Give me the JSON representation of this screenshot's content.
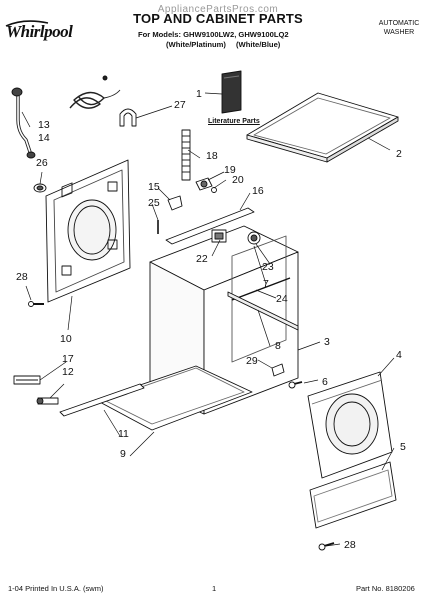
{
  "brand": {
    "logo_text": "Whirlpool"
  },
  "watermark": "AppliancePartsPros.com",
  "header": {
    "title": "TOP AND CABINET PARTS",
    "models_line": "For Models: GHW9100LW2, GHW9100LQ2",
    "variant_a": "(White/Platinum)",
    "variant_b": "(White/Blue)",
    "product_type_line1": "AUTOMATIC",
    "product_type_line2": "WASHER"
  },
  "diagram": {
    "literature_label": "Literature Parts",
    "callouts": [
      "1",
      "2",
      "3",
      "4",
      "5",
      "6",
      "7",
      "8",
      "9",
      "10",
      "11",
      "12",
      "13",
      "14",
      "15",
      "16",
      "17",
      "18",
      "19",
      "20",
      "22",
      "23",
      "24",
      "25",
      "26",
      "27",
      "28",
      "28",
      "29"
    ]
  },
  "footer": {
    "left": "1-04 Printed In U.S.A. (swm)",
    "center": "1",
    "right": "Part No. 8180206"
  }
}
